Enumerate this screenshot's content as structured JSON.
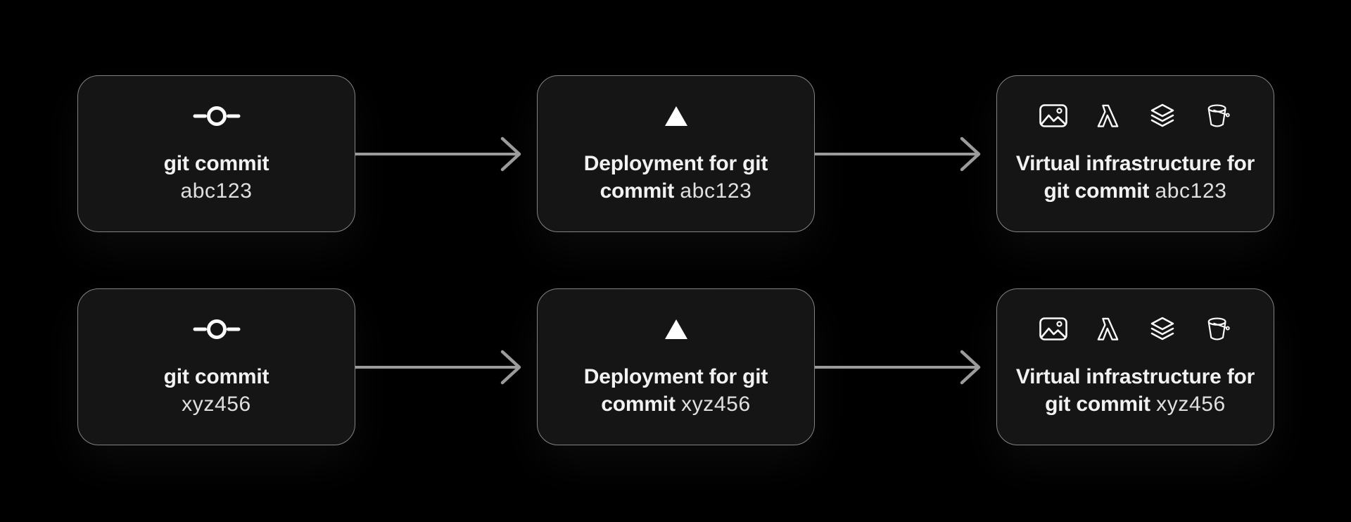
{
  "page": {
    "background": "#000000"
  },
  "style": {
    "card_background": "#151515",
    "card_border": "#838383",
    "arrow_color": "#9b9b9b",
    "icon_color": "#fafafa",
    "title_color": "#f2f2f2",
    "hash_color": "#e0e0e0",
    "connector_icon": "arrow-right-icon"
  },
  "rows": [
    {
      "commit": {
        "icon": "git-commit-icon",
        "title": "git commit",
        "hash": "abc123"
      },
      "deployment": {
        "icon": "vercel-triangle-icon",
        "title": "Deployment for git commit",
        "hash": "abc123"
      },
      "infrastructure": {
        "icons": [
          "image-icon",
          "lambda-icon",
          "layers-icon",
          "bucket-icon"
        ],
        "title": "Virtual infrastructure for git commit",
        "hash": "abc123"
      }
    },
    {
      "commit": {
        "icon": "git-commit-icon",
        "title": "git commit",
        "hash": "xyz456"
      },
      "deployment": {
        "icon": "vercel-triangle-icon",
        "title": "Deployment for git commit",
        "hash": "xyz456"
      },
      "infrastructure": {
        "icons": [
          "image-icon",
          "lambda-icon",
          "layers-icon",
          "bucket-icon"
        ],
        "title": "Virtual infrastructure for git commit",
        "hash": "xyz456"
      }
    }
  ]
}
